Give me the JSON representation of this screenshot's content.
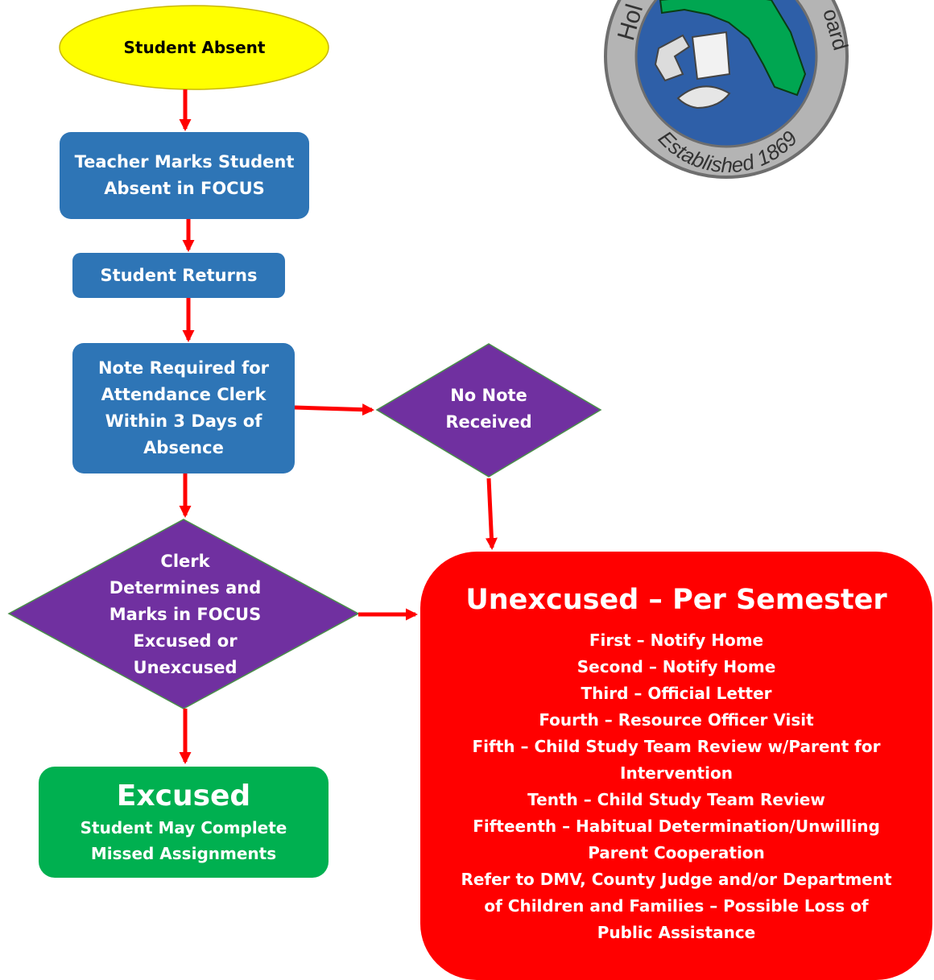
{
  "colors": {
    "start_fill": "#ffff00",
    "process_fill": "#2e75b6",
    "decision_fill": "#7030a0",
    "excused_fill": "#00b050",
    "unexcused_fill": "#ff0000",
    "arrow": "#ff0000",
    "seal_ring": "#a6a6a6",
    "seal_center": "#2e5fa8",
    "seal_state": "#00a651"
  },
  "nodes": {
    "start": "Student Absent",
    "teacher_marks": [
      "Teacher Marks Student",
      "Absent in FOCUS"
    ],
    "student_returns": "Student Returns",
    "note_required": [
      "Note Required for",
      "Attendance Clerk",
      "Within 3 Days of",
      "Absence"
    ],
    "no_note": [
      "No Note",
      "Received"
    ],
    "clerk_decision": [
      "Clerk",
      "Determines and",
      "Marks in FOCUS",
      "Excused or",
      "Unexcused"
    ],
    "excused": {
      "title": "Excused",
      "lines": [
        "Student May Complete",
        "Missed Assignments"
      ]
    },
    "unexcused": {
      "title": "Unexcused – Per Semester",
      "lines": [
        "First – Notify Home",
        "Second – Notify Home",
        "Third – Official Letter",
        "Fourth – Resource Officer Visit",
        "Fifth – Child Study Team Review w/Parent for",
        "Intervention",
        "Tenth – Child Study Team Review",
        "Fifteenth –  Habitual Determination/Unwilling",
        "Parent Cooperation",
        "Refer to DMV, County Judge and/or Department",
        "of Children and Families – Possible Loss of",
        "Public Assistance"
      ]
    }
  },
  "seal": {
    "arc_left": "Hol",
    "arc_right": "oard",
    "established": "Established 1869",
    "icons": [
      "florida-state-icon",
      "winged-helmet-icon",
      "scroll-icon",
      "oil-lamp-icon"
    ]
  }
}
